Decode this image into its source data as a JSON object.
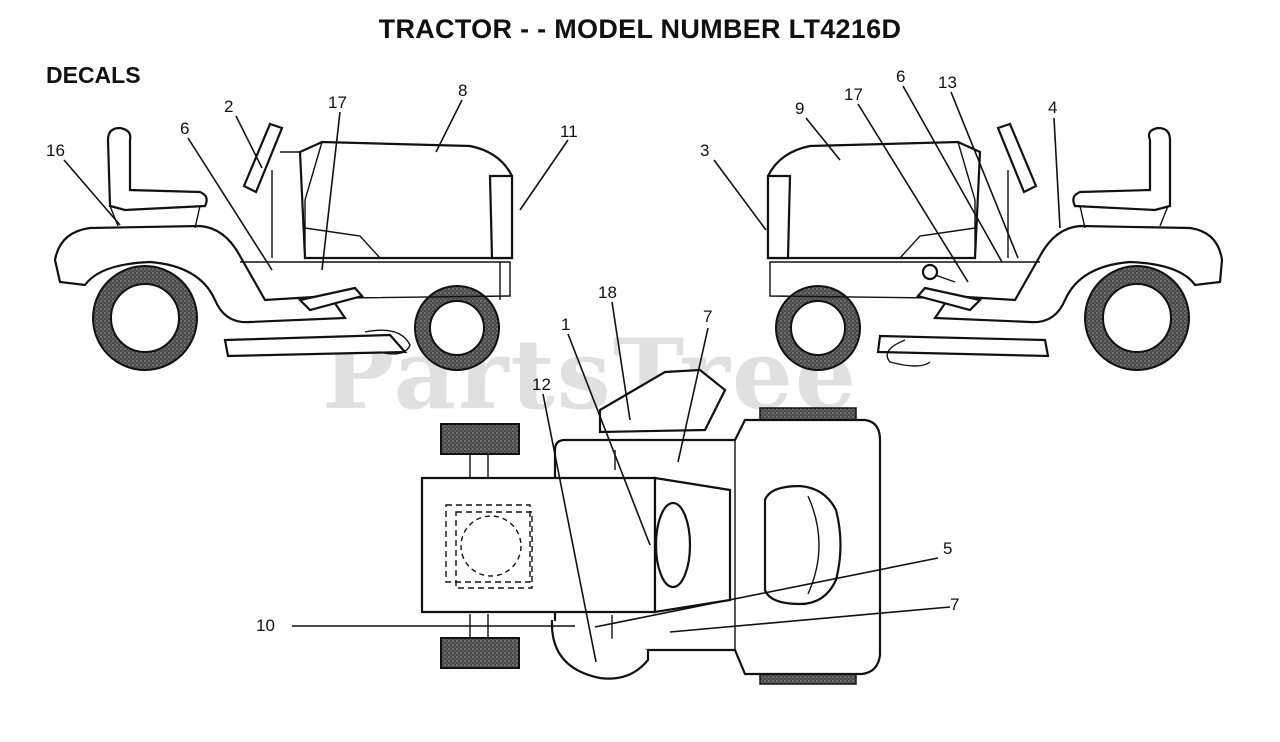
{
  "title": "TRACTOR - - MODEL NUMBER LT4216D",
  "section": "DECALS",
  "watermark": "PartsTree",
  "callouts": {
    "left_16": "16",
    "left_2": "2",
    "left_6": "6",
    "left_17": "17",
    "left_8": "8",
    "left_11": "11",
    "right_3": "3",
    "right_9": "9",
    "right_17": "17",
    "right_6": "6",
    "right_13": "13",
    "right_4": "4",
    "top_18": "18",
    "top_1": "1",
    "top_7a": "7",
    "top_12": "12",
    "top_5": "5",
    "top_7b": "7",
    "top_10": "10"
  },
  "colors": {
    "tire": "#555555",
    "line": "#111111",
    "watermark": "#c8c8c8"
  }
}
